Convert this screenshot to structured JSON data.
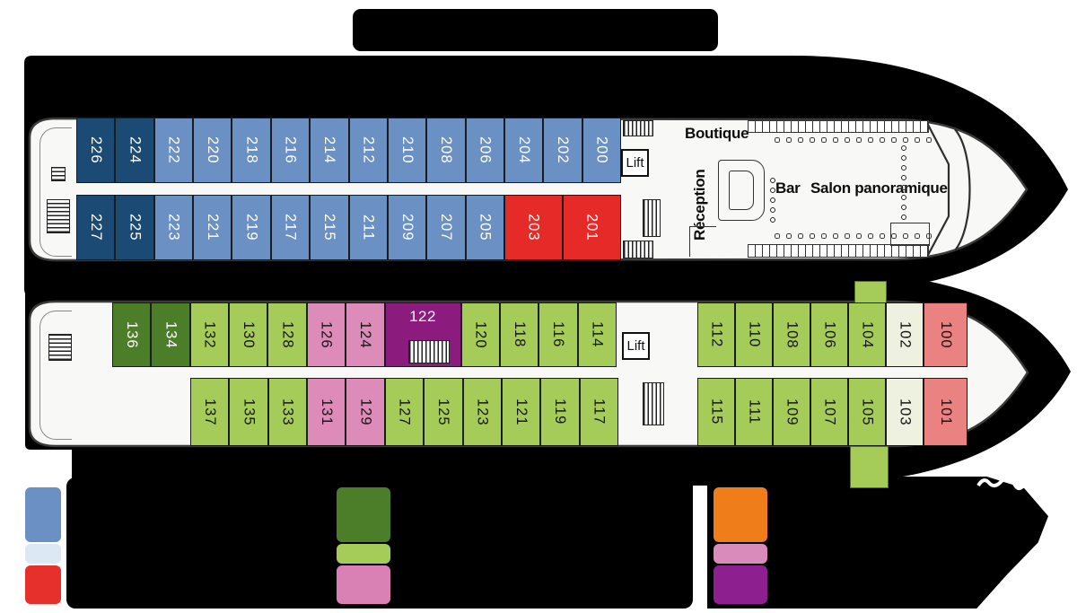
{
  "deck_plan": {
    "labels": {
      "lift": "Lift",
      "boutique": "Boutique",
      "reception": "Réception",
      "bar": "Bar",
      "salon_panoramique": "Salon panoramique"
    },
    "upper_deck": {
      "cabins_top": [
        {
          "n": "226",
          "c": "navy"
        },
        {
          "n": "224",
          "c": "navy"
        },
        {
          "n": "222",
          "c": "blue"
        },
        {
          "n": "220",
          "c": "blue"
        },
        {
          "n": "218",
          "c": "blue"
        },
        {
          "n": "216",
          "c": "blue"
        },
        {
          "n": "214",
          "c": "blue"
        },
        {
          "n": "212",
          "c": "blue"
        },
        {
          "n": "210",
          "c": "blue"
        },
        {
          "n": "208",
          "c": "blue"
        },
        {
          "n": "206",
          "c": "blue"
        },
        {
          "n": "204",
          "c": "blue"
        },
        {
          "n": "202",
          "c": "blue"
        },
        {
          "n": "200",
          "c": "blue"
        }
      ],
      "cabins_bottom": [
        {
          "n": "227",
          "c": "navy"
        },
        {
          "n": "225",
          "c": "navy"
        },
        {
          "n": "223",
          "c": "blue"
        },
        {
          "n": "221",
          "c": "blue"
        },
        {
          "n": "219",
          "c": "blue"
        },
        {
          "n": "217",
          "c": "blue"
        },
        {
          "n": "215",
          "c": "blue"
        },
        {
          "n": "211",
          "c": "blue"
        },
        {
          "n": "209",
          "c": "blue"
        },
        {
          "n": "207",
          "c": "blue"
        },
        {
          "n": "205",
          "c": "blue"
        },
        {
          "n": "203",
          "c": "red",
          "w": 65
        },
        {
          "n": "201",
          "c": "red",
          "w": 65
        }
      ]
    },
    "lower_deck": {
      "cabins_top_left": [
        {
          "n": "",
          "c": "spacer",
          "w": 40
        },
        {
          "n": "136",
          "c": "gdark"
        },
        {
          "n": "134",
          "c": "gdark"
        },
        {
          "n": "132",
          "c": "green"
        },
        {
          "n": "130",
          "c": "green"
        },
        {
          "n": "128",
          "c": "green"
        },
        {
          "n": "126",
          "c": "pink"
        },
        {
          "n": "124",
          "c": "pink"
        },
        {
          "n": "122",
          "c": "purple",
          "w": 85,
          "h": true
        },
        {
          "n": "120",
          "c": "green"
        },
        {
          "n": "118",
          "c": "green"
        },
        {
          "n": "116",
          "c": "green"
        },
        {
          "n": "114",
          "c": "green"
        }
      ],
      "cabins_top_right": [
        {
          "n": "112",
          "c": "green"
        },
        {
          "n": "110",
          "c": "green"
        },
        {
          "n": "108",
          "c": "green"
        },
        {
          "n": "106",
          "c": "green"
        },
        {
          "n": "104",
          "c": "green"
        },
        {
          "n": "102",
          "c": "pale"
        },
        {
          "n": "100",
          "c": "salmon",
          "w": 49
        }
      ],
      "cabins_bottom_left": [
        {
          "n": "",
          "c": "spacer",
          "w": 127
        },
        {
          "n": "137",
          "c": "green"
        },
        {
          "n": "135",
          "c": "green"
        },
        {
          "n": "133",
          "c": "green"
        },
        {
          "n": "131",
          "c": "pink"
        },
        {
          "n": "129",
          "c": "pink"
        },
        {
          "n": "127",
          "c": "green"
        },
        {
          "n": "125",
          "c": "green"
        },
        {
          "n": "123",
          "c": "green"
        },
        {
          "n": "121",
          "c": "green"
        },
        {
          "n": "119",
          "c": "green"
        },
        {
          "n": "117",
          "c": "green"
        }
      ],
      "cabins_bottom_right": [
        {
          "n": "115",
          "c": "green"
        },
        {
          "n": "111",
          "c": "green"
        },
        {
          "n": "109",
          "c": "green"
        },
        {
          "n": "107",
          "c": "green"
        },
        {
          "n": "105",
          "c": "green"
        },
        {
          "n": "103",
          "c": "pale"
        },
        {
          "n": "101",
          "c": "salmon",
          "w": 49
        }
      ]
    },
    "legend": {
      "columns": [
        {
          "swatches": [
            "#6b90c3",
            "#dce8f3",
            "#e6302b"
          ]
        },
        {
          "swatches": [
            "#4c7e2a",
            "#a5cc58",
            "#d981b4"
          ]
        },
        {
          "swatches": [
            "#ef7d1a",
            "#d98cbc",
            "#8e1f8e"
          ]
        }
      ]
    },
    "cabin_colors": {
      "navy": "#1b4a75",
      "blue": "#6b90c3",
      "red": "#e62a28",
      "green_dark": "#4c7e2a",
      "green": "#a5cc58",
      "pink": "#dd8cba",
      "purple": "#8b1c7e",
      "pale": "#eef1e0",
      "salmon": "#e98280"
    }
  }
}
